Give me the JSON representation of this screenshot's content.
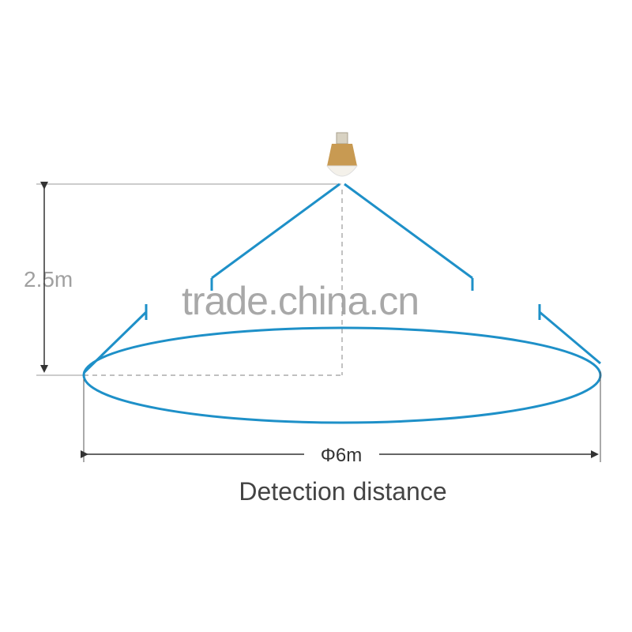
{
  "diagram": {
    "height_label": "2.5m",
    "diameter_label": "Φ6m",
    "caption": "Detection distance",
    "watermark": "trade.china.cn"
  },
  "colors": {
    "beam": "#1e90c8",
    "dimension": "#333333",
    "guide": "#9a9a9a",
    "bulb_body": "#c89a52",
    "bulb_dome": "#f4f1ea"
  }
}
